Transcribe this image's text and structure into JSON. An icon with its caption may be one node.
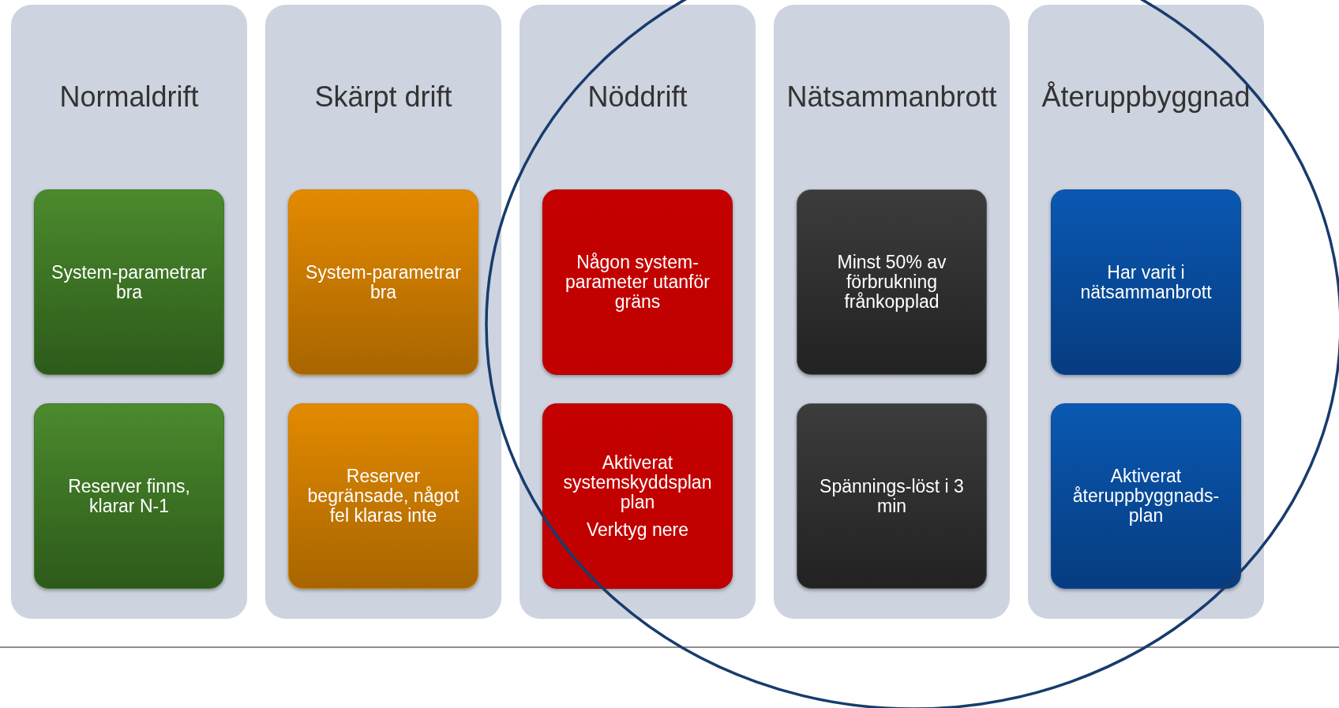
{
  "diagram": {
    "nodes": [
      {
        "text": [
          "Normaldrift"
        ]
      },
      {
        "text": [
          "System-parametrar bra"
        ],
        "in": 0
      },
      {
        "text": [
          "Reserver finns, klarar N-1"
        ],
        "in": 0
      },
      {
        "text": [
          "Skärpt drift"
        ]
      },
      {
        "text": [
          "System-parametrar bra"
        ],
        "in": 3
      },
      {
        "text": [
          "Reserver begränsade, något fel klaras inte"
        ],
        "in": 3
      },
      {
        "text": [
          "Nöddrift"
        ]
      },
      {
        "text": [
          "Någon system-parameter utanför gräns"
        ],
        "in": 6
      },
      {
        "text": [
          "Aktiverat systemskyddsplan plan",
          "Verktyg nere"
        ],
        "in": 6
      },
      {
        "text": [
          "Nätsammanbrott"
        ]
      },
      {
        "text": [
          "Minst 50% av förbrukning frånkopplad"
        ],
        "in": 9
      },
      {
        "text": [
          "Spännings-löst i 3 min"
        ],
        "in": 9
      },
      {
        "text": [
          "Återuppbyggnad"
        ]
      },
      {
        "text": [
          "Har varit i nätsammanbrott"
        ],
        "in": 12
      },
      {
        "text": [
          "Aktiverat återuppbyggnads-plan"
        ],
        "in": 12
      }
    ],
    "edges": []
  }
}
